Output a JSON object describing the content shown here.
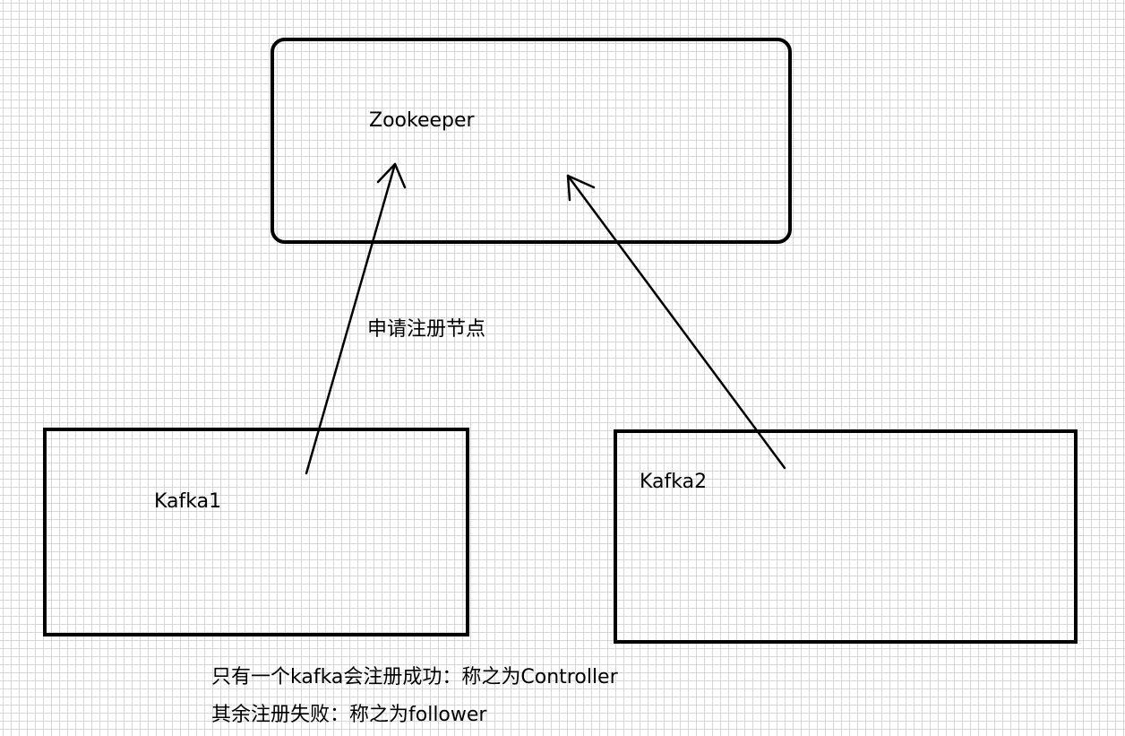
{
  "nodes": {
    "zookeeper": {
      "label": "Zookeeper"
    },
    "kafka1": {
      "label": "Kafka1"
    },
    "kafka2": {
      "label": "Kafka2"
    }
  },
  "edges": [
    {
      "name": "kafka1-to-zookeeper",
      "from": "Kafka1",
      "to": "Zookeeper",
      "label": "申请注册节点"
    },
    {
      "name": "kafka2-to-zookeeper",
      "from": "Kafka2",
      "to": "Zookeeper",
      "label": ""
    }
  ],
  "notes": [
    "只有一个kafka会注册成功：称之为Controller",
    "其余注册失败：称之为follower"
  ]
}
